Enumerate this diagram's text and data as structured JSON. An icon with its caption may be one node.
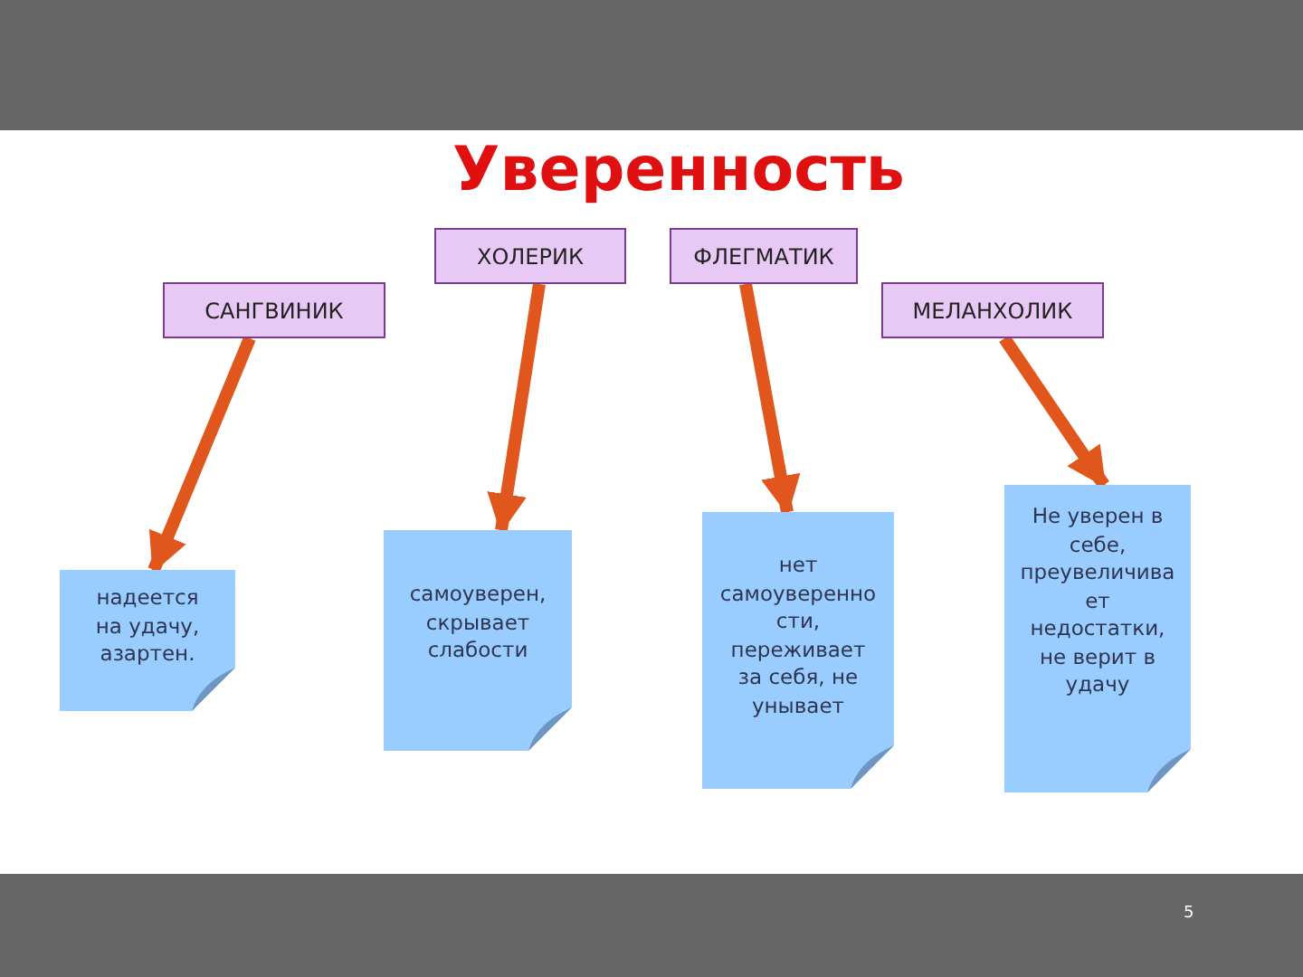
{
  "diagram": {
    "title": "Уверенность",
    "nodes": [
      {
        "text": [
          "ХОЛЕРИК"
        ]
      },
      {
        "text": [
          "ФЛЕГМАТИК"
        ]
      },
      {
        "text": [
          "САНГВИНИК"
        ]
      },
      {
        "text": [
          "МЕЛАНХОЛИК"
        ]
      },
      {
        "text": [
          "надеется на удачу, азартен."
        ]
      },
      {
        "text": [
          "самоуверен, скрывает слабости"
        ]
      },
      {
        "text": [
          "нет самоуверенно сти, переживает за себя, не унывает"
        ]
      },
      {
        "text": [
          "Не уверен в себе, преувеличива ет недостатки, не верит в удачу"
        ]
      }
    ],
    "edges": [
      {
        "from": 2,
        "to": 4,
        "arrow": "to"
      },
      {
        "from": 0,
        "to": 5,
        "arrow": "to"
      },
      {
        "from": 1,
        "to": 6,
        "arrow": "to"
      },
      {
        "from": 3,
        "to": 7,
        "arrow": "to"
      }
    ],
    "labels": [
      "5"
    ]
  }
}
